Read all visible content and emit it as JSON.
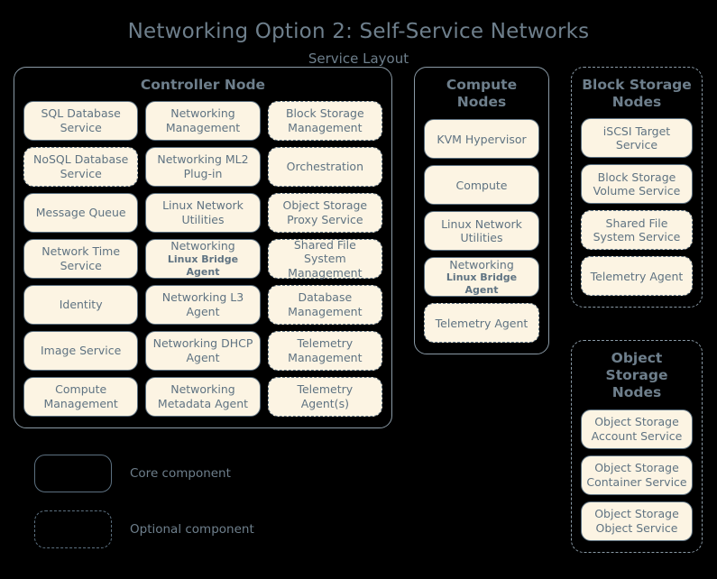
{
  "title": {
    "main": "Networking Option 2: Self-Service Networks",
    "sub": "Service Layout"
  },
  "colors": {
    "background": "#000000",
    "box_fill": "#fcf4e3",
    "box_border": "#5c7080",
    "text": "#5f7382",
    "heading": "#6e7f8c"
  },
  "controller_node": {
    "title": "Controller Node",
    "border": "solid",
    "services": [
      {
        "label": "SQL Database Service",
        "border": "solid"
      },
      {
        "label": "Networking Management",
        "border": "solid"
      },
      {
        "label": "Block Storage Management",
        "border": "dashed"
      },
      {
        "label": "NoSQL Database Service",
        "border": "dashed"
      },
      {
        "label": "Networking ML2 Plug-in",
        "border": "solid"
      },
      {
        "label": "Orchestration",
        "border": "dashed"
      },
      {
        "label": "Message Queue",
        "border": "solid"
      },
      {
        "label": "Linux Network Utilities",
        "border": "solid"
      },
      {
        "label": "Object Storage Proxy Service",
        "border": "dashed"
      },
      {
        "label": "Network Time Service",
        "border": "solid"
      },
      {
        "label": "Networking",
        "sub": "Linux Bridge Agent",
        "border": "solid"
      },
      {
        "label": "Shared File System Management",
        "border": "dashed"
      },
      {
        "label": "Identity",
        "border": "solid"
      },
      {
        "label": "Networking L3 Agent",
        "border": "solid"
      },
      {
        "label": "Database Management",
        "border": "dashed"
      },
      {
        "label": "Image Service",
        "border": "solid"
      },
      {
        "label": "Networking DHCP Agent",
        "border": "solid"
      },
      {
        "label": "Telemetry Management",
        "border": "dashed"
      },
      {
        "label": "Compute Management",
        "border": "solid"
      },
      {
        "label": "Networking Metadata Agent",
        "border": "solid"
      },
      {
        "label": "Telemetry Agent(s)",
        "border": "dashed"
      }
    ]
  },
  "compute_node": {
    "title": "Compute Nodes",
    "border": "solid",
    "services": [
      {
        "label": "KVM Hypervisor",
        "border": "solid"
      },
      {
        "label": "Compute",
        "border": "solid"
      },
      {
        "label": "Linux Network Utilities",
        "border": "solid"
      },
      {
        "label": "Networking",
        "sub": "Linux Bridge Agent",
        "border": "solid"
      },
      {
        "label": "Telemetry Agent",
        "border": "dashed"
      }
    ]
  },
  "block_storage_node": {
    "title": "Block Storage Nodes",
    "border": "dashed",
    "services": [
      {
        "label": "iSCSI Target Service",
        "border": "solid"
      },
      {
        "label": "Block Storage Volume Service",
        "border": "solid"
      },
      {
        "label": "Shared File System Service",
        "border": "dashed"
      },
      {
        "label": "Telemetry Agent",
        "border": "dashed"
      }
    ]
  },
  "object_storage_node": {
    "title": "Object Storage Nodes",
    "border": "dashed",
    "services": [
      {
        "label": "Object Storage Account Service",
        "border": "solid"
      },
      {
        "label": "Object Storage Container Service",
        "border": "solid"
      },
      {
        "label": "Object Storage Object Service",
        "border": "solid"
      }
    ]
  },
  "legend": {
    "core_label": "Core component",
    "optional_label": "Optional component"
  }
}
